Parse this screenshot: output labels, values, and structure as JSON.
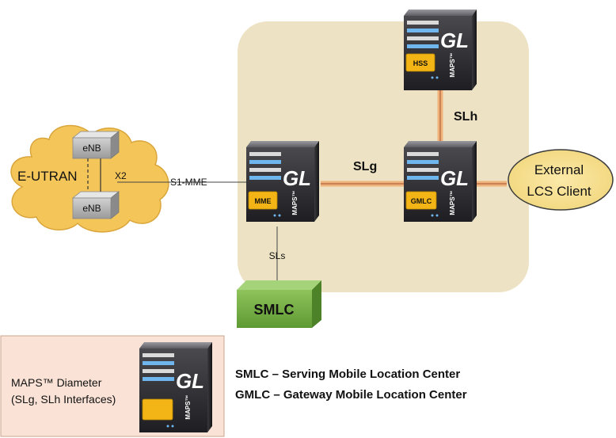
{
  "cloud": {
    "label": "E-UTRAN",
    "enb_top": "eNB",
    "enb_bottom": "eNB",
    "x2_label": "X2"
  },
  "links": {
    "s1_mme": "S1-MME",
    "slg": "SLg",
    "slh": "SLh",
    "sls": "SLs"
  },
  "servers": {
    "hss": {
      "badge": "HSS",
      "logo": "GL",
      "brand": "MAPS™"
    },
    "mme": {
      "badge": "MME",
      "logo": "GL",
      "brand": "MAPS™"
    },
    "gmlc": {
      "badge": "GMLC",
      "logo": "GL",
      "brand": "MAPS™"
    },
    "legend": {
      "badge": "",
      "logo": "GL",
      "brand": "MAPS™"
    }
  },
  "external_client": {
    "line1": "External",
    "line2": "LCS Client"
  },
  "smlc_box": {
    "label": "SMLC"
  },
  "legend": {
    "line1": "MAPS™ Diameter",
    "line2": "(SLg, SLh Interfaces)",
    "def_smlc": "SMLC – Serving Mobile Location Center",
    "def_gmlc": "GMLC – Gateway Mobile Location Center"
  },
  "colors": {
    "domain_bg": "#ede3c4",
    "cloud_fill": "#f4c65a",
    "link_glow": "#f0b27a",
    "smlc_green": "#7fb24a",
    "legend_bg": "#fae3d6",
    "legend_border": "#c9a48f",
    "badge": "#f3b515"
  }
}
